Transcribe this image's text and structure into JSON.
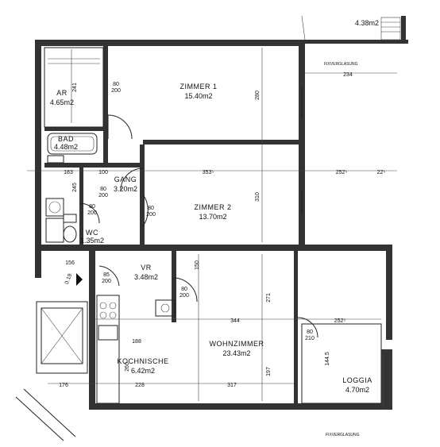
{
  "rooms": {
    "zimmer1": {
      "name": "ZIMMER 1",
      "area": "15.40m2"
    },
    "zimmer2": {
      "name": "ZIMMER 2",
      "area": "13.70m2"
    },
    "gang": {
      "name": "GANG",
      "area": "3.20m2"
    },
    "ar": {
      "name": "AR",
      "area": "4.65m2"
    },
    "bad": {
      "name": "BAD",
      "area": "4.48m2"
    },
    "wc": {
      "name": "WC",
      "area": "1.35m2"
    },
    "vr": {
      "name": "VR",
      "area": "3.48m2"
    },
    "wohnzimmer": {
      "name": "WOHNZIMMER",
      "area": "23.43m2"
    },
    "kochnische": {
      "name": "KOCHNISCHE",
      "area": "6.42m2"
    },
    "loggia": {
      "name": "LOGGIA",
      "area": "4.70m2"
    },
    "top_right": {
      "area": "4.38m2"
    }
  },
  "dims": {
    "d234": "234",
    "d241": "241",
    "d183": "183",
    "d100": "100",
    "d353": "353⁵",
    "d252a": "252⁵",
    "d22": "22⁵",
    "d310": "310",
    "d156": "156",
    "d344": "344",
    "d252b": "252⁵",
    "d271": "271",
    "d317": "317",
    "d228": "228",
    "d176": "176",
    "d197": "197",
    "d260": "260",
    "d150": "150",
    "d144": "144.5",
    "d188": "188",
    "d280": "280",
    "d245": "245"
  },
  "doors": {
    "z1": "80\n200",
    "z2": "80\n200",
    "gang": "80\n200",
    "wc": "80\n200",
    "vr": "85\n200",
    "wohn": "80\n200",
    "loggia": "80\n210"
  },
  "labels": {
    "fixverglasung_top": "FIXVERGLASUNG",
    "fixverglasung_bottom": "FIXVERGLASUNG",
    "entry_code": "0.19"
  }
}
